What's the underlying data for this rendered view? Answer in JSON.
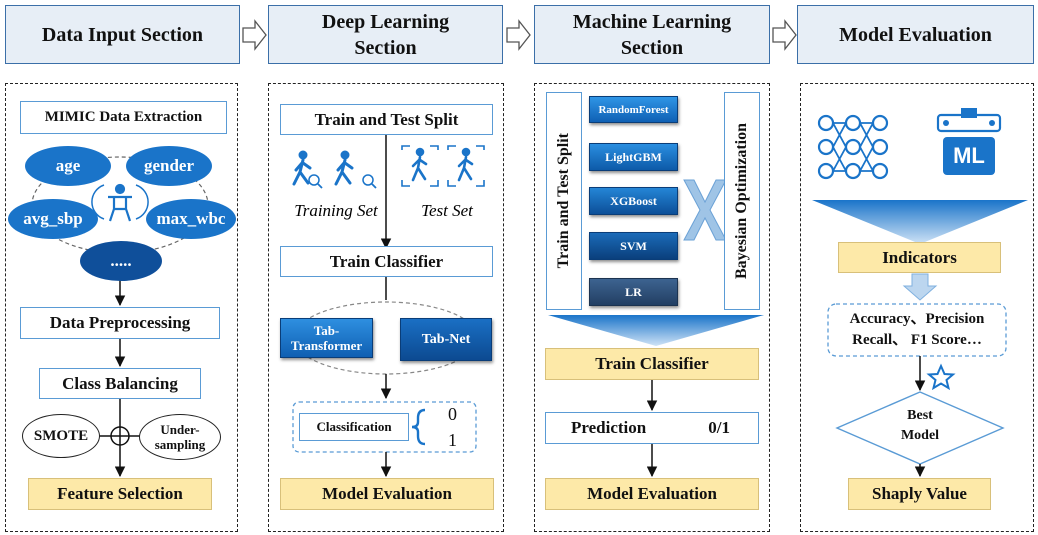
{
  "headers": {
    "h1": "Data Input Section",
    "h2": "Deep Learning Section",
    "h3": "Machine Learning Section",
    "h4": "Model Evaluation"
  },
  "input": {
    "extraction": "MIMIC Data Extraction",
    "features": [
      "age",
      "gender",
      "avg_sbp",
      "max_wbc",
      "....."
    ],
    "preprocessing": "Data Preprocessing",
    "balancing": "Class Balancing",
    "smote": "SMOTE",
    "undersampling": "Under-sampling",
    "selection": "Feature Selection"
  },
  "deep": {
    "split": "Train and Test Split",
    "training_set": "Training Set",
    "test_set": "Test Set",
    "train_classifier": "Train Classifier",
    "tab_transformer": "Tab-Transformer",
    "tab_net": "Tab-Net",
    "classification": "Classification",
    "class0": "0",
    "class1": "1",
    "evaluation": "Model Evaluation"
  },
  "ml": {
    "split_vertical": "Train and Test Split",
    "models": [
      "RandomForest",
      "LightGBM",
      "XGBoost",
      "SVM",
      "LR"
    ],
    "bayes": "Bayesian Optimization",
    "train_classifier": "Train Classifier",
    "prediction": "Prediction",
    "prediction_out": "0/1",
    "evaluation": "Model Evaluation"
  },
  "eval": {
    "ml_label": "ML",
    "indicators": "Indicators",
    "metrics_line1": "Accuracy、Precision",
    "metrics_line2": "Recall、 F1 Score…",
    "best_line1": "Best",
    "best_line2": "Model",
    "shap": "Shaply Value"
  },
  "colors": {
    "header_fill": "#e7eef6",
    "header_border": "#3b6fa8",
    "accent_blue": "#1a74c9",
    "yellow": "#fde9a8"
  }
}
